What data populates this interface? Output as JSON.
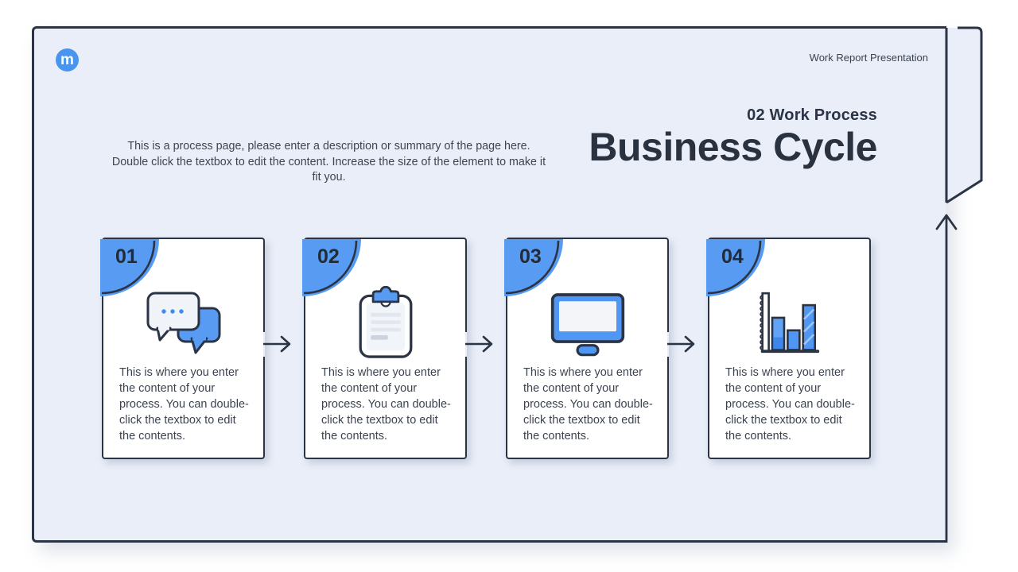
{
  "header": {
    "logo_letter": "m",
    "presentation_label": "Work Report Presentation"
  },
  "intro": {
    "description": "This is a process page, please enter a description or summary of the page here. Double click the textbox to edit the content. Increase the size of the element to make it fit you."
  },
  "titleBlock": {
    "section_label": "02 Work Process",
    "main_title": "Business Cycle"
  },
  "process": {
    "steps": [
      {
        "number": "01",
        "icon": "chat-bubbles-icon",
        "description": "This is where you enter the content of your process. You can double-click the textbox to edit the contents."
      },
      {
        "number": "02",
        "icon": "clipboard-icon",
        "description": "This is where you enter the content of your process. You can double-click the textbox to edit the contents."
      },
      {
        "number": "03",
        "icon": "monitor-icon",
        "description": "This is where you enter the content of your process. You can double-click the textbox to edit the contents."
      },
      {
        "number": "04",
        "icon": "bar-chart-icon",
        "description": "This is where you enter the content of your process. You can double-click the textbox to edit the contents."
      }
    ]
  },
  "colors": {
    "accent_blue": "#579bf3",
    "logo_blue": "#4895f0",
    "outline_dark": "#2b3444",
    "slide_background": "#e9eef8",
    "card_background": "#ffffff",
    "title_text": "#2a3240",
    "body_text": "#3c4350"
  }
}
